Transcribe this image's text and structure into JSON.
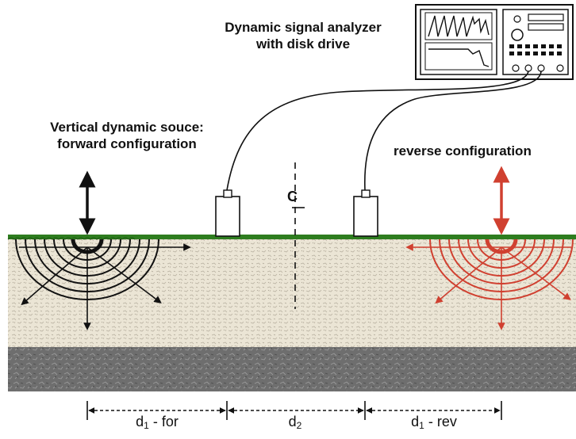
{
  "labels": {
    "analyzer_line1": "Dynamic signal analyzer",
    "analyzer_line2": "with disk drive",
    "forward_line1": "Vertical dynamic souce:",
    "forward_line2": "forward configuration",
    "reverse": "reverse configuration",
    "centerline": "C",
    "dim_d1_for_base": "d",
    "dim_d1_for_sub": "1",
    "dim_d1_for_suffix": " - for",
    "dim_d2_base": "d",
    "dim_d2_sub": "2",
    "dim_d1_rev_base": "d",
    "dim_d1_rev_sub": "1",
    "dim_d1_rev_suffix": " - rev"
  },
  "colors": {
    "forward_source": "#111111",
    "reverse_source": "#d04030",
    "grass": "#2e7d1f",
    "soil_top": "#ece6d6",
    "soil_bottom": "#707070"
  }
}
